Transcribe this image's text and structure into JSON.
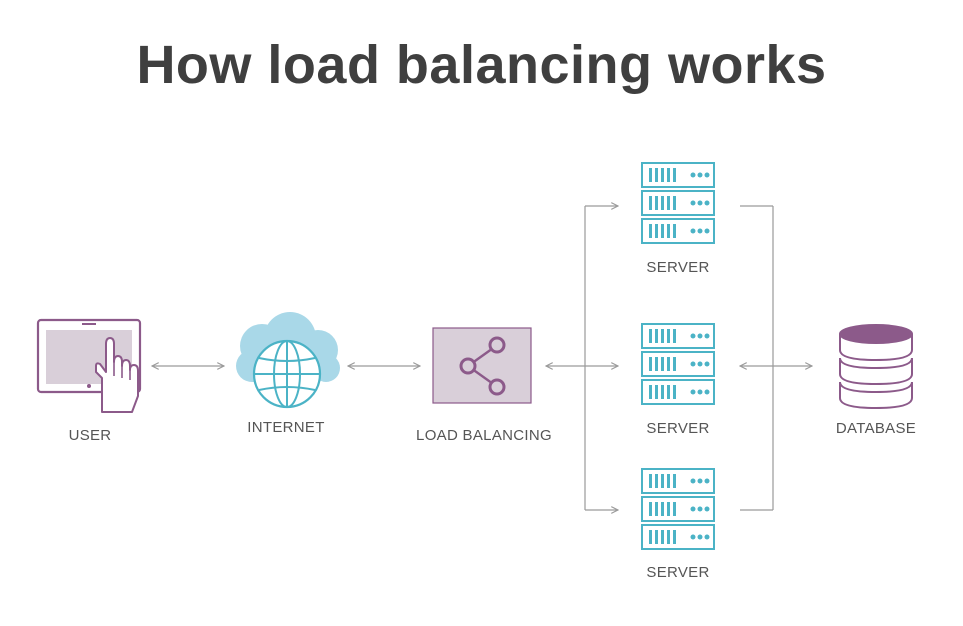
{
  "title": "How load balancing works",
  "labels": {
    "user": "USER",
    "internet": "INTERNET",
    "load_balancing": "LOAD BALANCING",
    "server_top": "SERVER",
    "server_middle": "SERVER",
    "server_bottom": "SERVER",
    "database": "DATABASE"
  },
  "colors": {
    "title": "#3f3f3f",
    "purple": "#8c5a8a",
    "purple_fill": "#d9cfd9",
    "teal": "#4bb3c6",
    "cloud": "#a9d8e8",
    "connector": "#9a9a9a",
    "label": "#555555"
  },
  "icons": {
    "user": "tablet-touch-icon",
    "internet": "cloud-globe-icon",
    "load_balancing": "share-node-icon",
    "server": "server-rack-icon",
    "database": "database-cylinder-icon"
  }
}
